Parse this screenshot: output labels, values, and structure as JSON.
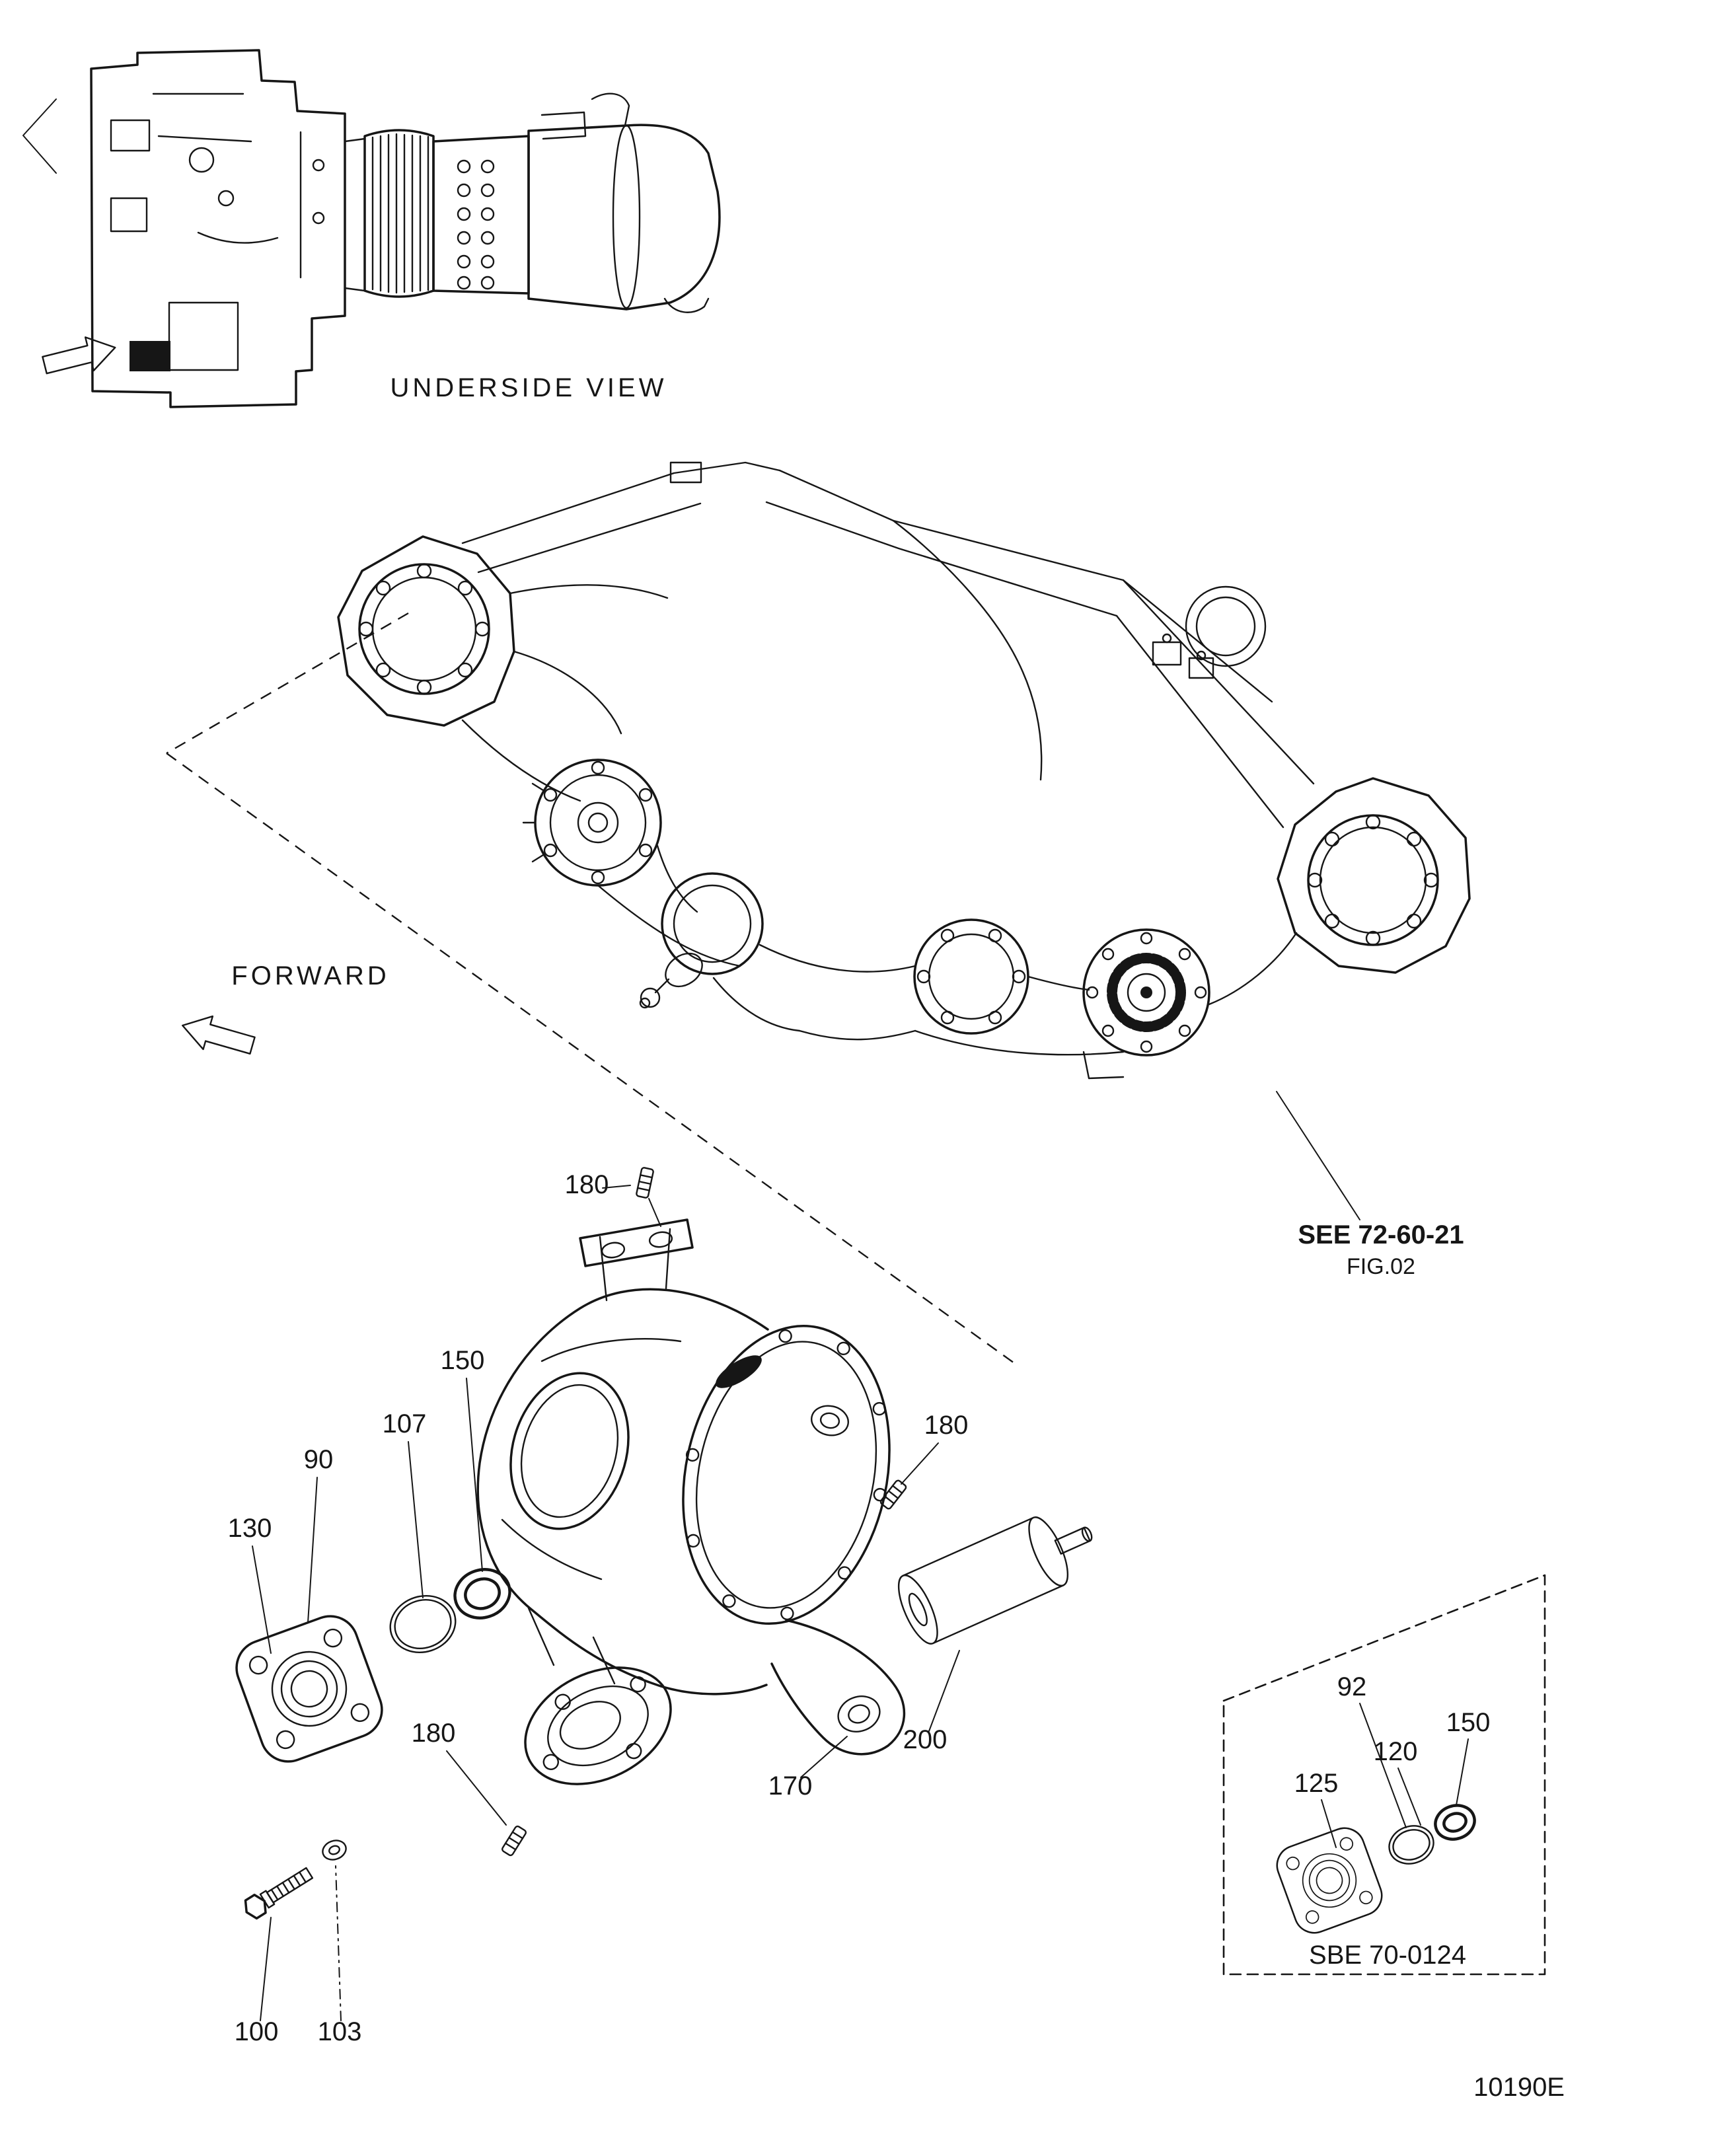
{
  "page": {
    "code": "10190E"
  },
  "underside": {
    "label": "UNDERSIDE VIEW"
  },
  "main_view": {
    "forward_label": "FORWARD",
    "see_ref_line1": "SEE 72-60-21",
    "see_ref_line2": "FIG.02"
  },
  "exploded": {
    "callouts": {
      "c180_top": "180",
      "c150": "150",
      "c107": "107",
      "c90": "90",
      "c130": "130",
      "c180_mid": "180",
      "c180_right": "180",
      "c170": "170",
      "c200": "200",
      "c100": "100",
      "c103": "103"
    }
  },
  "inset": {
    "callouts": {
      "c92": "92",
      "c120": "120",
      "c150": "150",
      "c125": "125"
    },
    "ref": "SBE 70-0124"
  }
}
